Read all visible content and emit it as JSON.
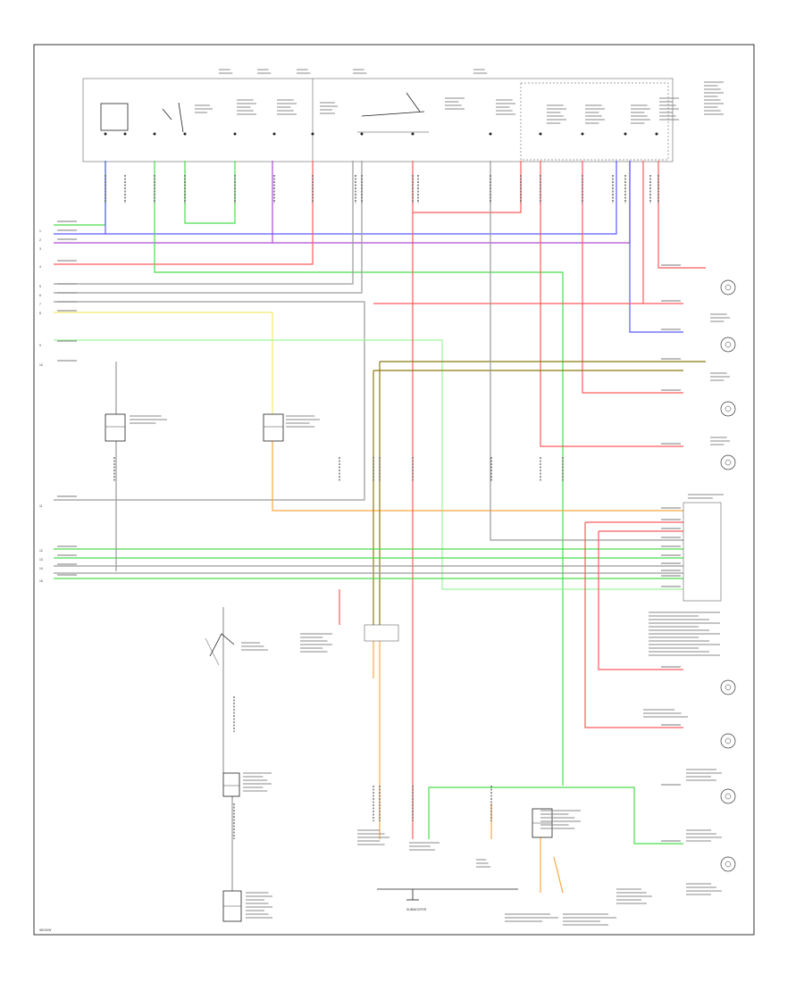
{
  "page_code": "WD/G/W",
  "bottom_label": "SUBWOOFER",
  "left_pins": [
    "1",
    "2",
    "3",
    "4",
    "5",
    "6",
    "7",
    "8",
    "9",
    "10",
    "11",
    "12",
    "13",
    "14",
    "15"
  ],
  "colors": {
    "red": "#ff5a5a",
    "pink": "#ff9aa2",
    "green": "#4ade4a",
    "light_green": "#9df59d",
    "blue": "#5a5aff",
    "violet": "#b04ad8",
    "orange": "#ffa640",
    "olive": "#8a7a10",
    "gray": "#9a9a9a",
    "yellow": "#f5ea6a",
    "black": "#222222"
  }
}
